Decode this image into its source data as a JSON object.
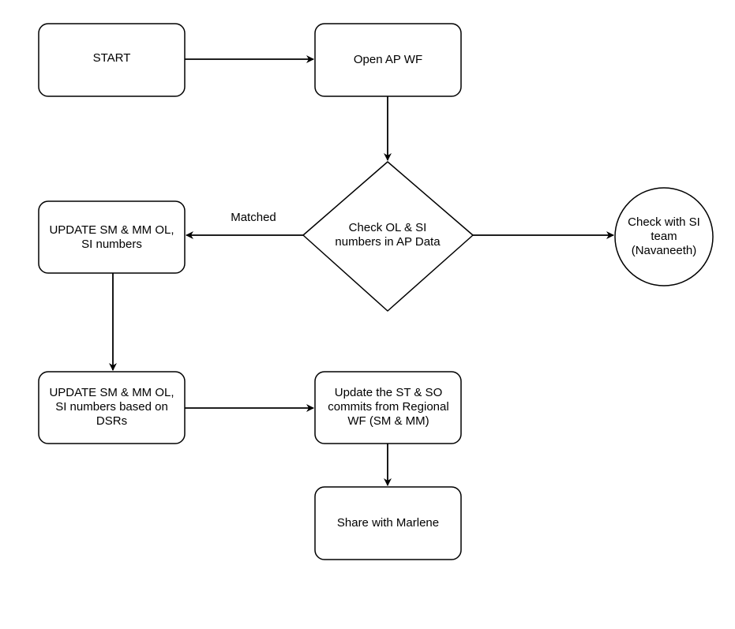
{
  "diagram": {
    "nodes": {
      "start": "START",
      "open_ap_wf": "Open AP WF",
      "check_ol_si": "Check OL & SI numbers in AP Data",
      "check_with_si_team": "Check with SI team (Navaneeth)",
      "update_sm_mm_1": "UPDATE SM & MM OL, SI numbers",
      "update_sm_mm_2": "UPDATE SM & MM OL, SI numbers based on DSRs",
      "update_st_so": "Update the ST & SO commits from Regional WF (SM & MM)",
      "share_marlene": "Share with Marlene"
    },
    "edge_labels": {
      "matched": "Matched"
    }
  }
}
